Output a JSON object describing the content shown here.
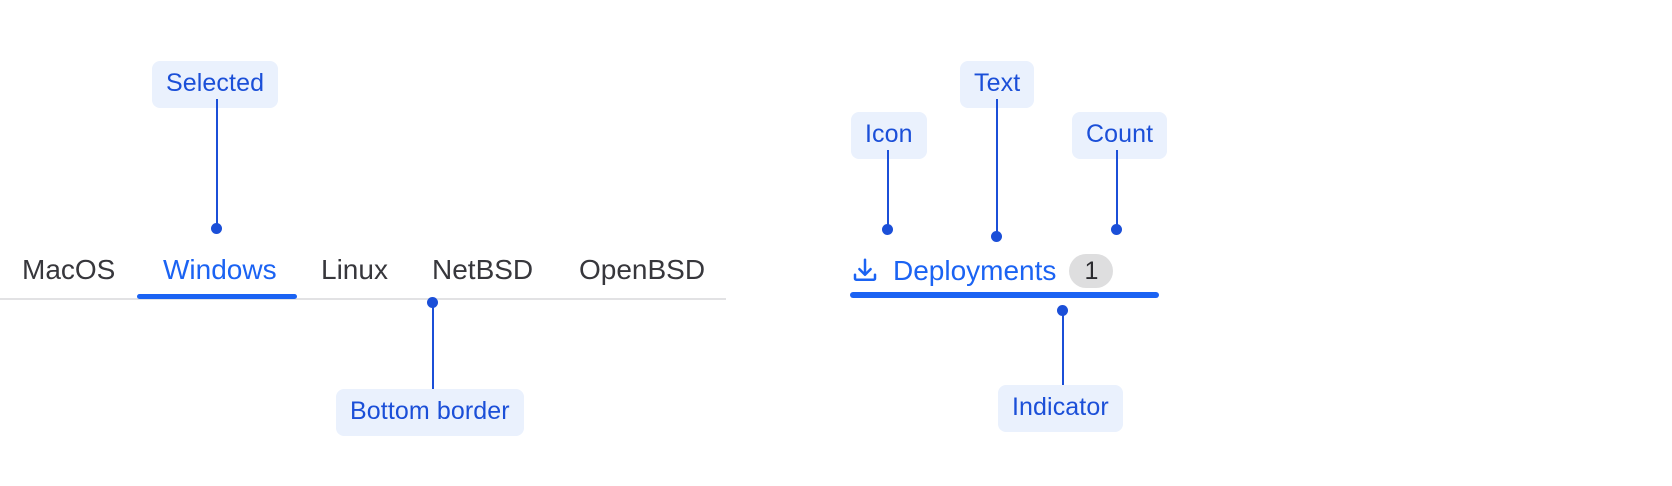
{
  "tabs_example": {
    "items": [
      {
        "label": "MacOS",
        "selected": false
      },
      {
        "label": "Windows",
        "selected": true
      },
      {
        "label": "Linux",
        "selected": false
      },
      {
        "label": "NetBSD",
        "selected": false
      },
      {
        "label": "OpenBSD",
        "selected": false
      }
    ],
    "annotations": {
      "selected": "Selected",
      "bottom_border": "Bottom border"
    }
  },
  "rich_tab_example": {
    "icon": "download-icon",
    "text": "Deployments",
    "count": "1",
    "annotations": {
      "icon": "Icon",
      "text": "Text",
      "count": "Count",
      "indicator": "Indicator"
    }
  },
  "colors": {
    "accent": "#1b63f3",
    "annotation_text": "#1b4fd8",
    "annotation_bg": "#eaf1fd",
    "tab_text": "#37373c",
    "divider": "#e2e2e4",
    "count_bg": "#dededf",
    "count_text": "#2b2b2f"
  }
}
